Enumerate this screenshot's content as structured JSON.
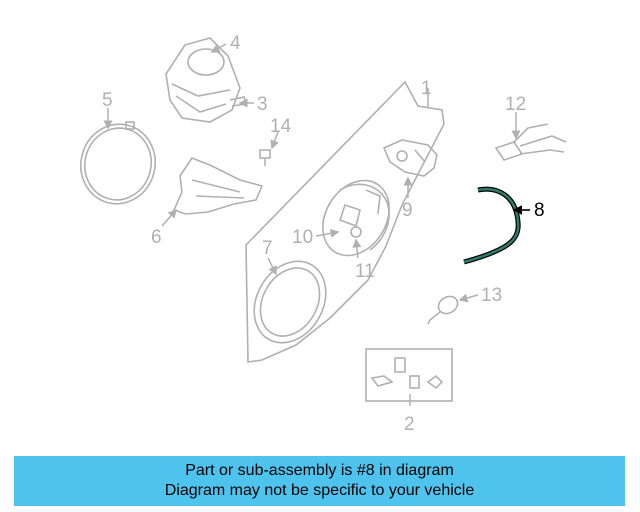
{
  "labels": {
    "p1": "1",
    "p2": "2",
    "p3": "3",
    "p4": "4",
    "p5": "5",
    "p6": "6",
    "p7": "7",
    "p8": "8",
    "p9": "9",
    "p10": "10",
    "p11": "11",
    "p12": "12",
    "p13": "13",
    "p14": "14"
  },
  "highlight_part": "8",
  "colors": {
    "highlight": "#000000",
    "part_gray": "#b0b0b0",
    "banner": "#4dc3ee",
    "part8_fill": "#2e7d6b"
  },
  "banner": {
    "line1": "Part or sub-assembly is #8 in diagram",
    "line2": "Diagram may not be specific to your vehicle"
  }
}
